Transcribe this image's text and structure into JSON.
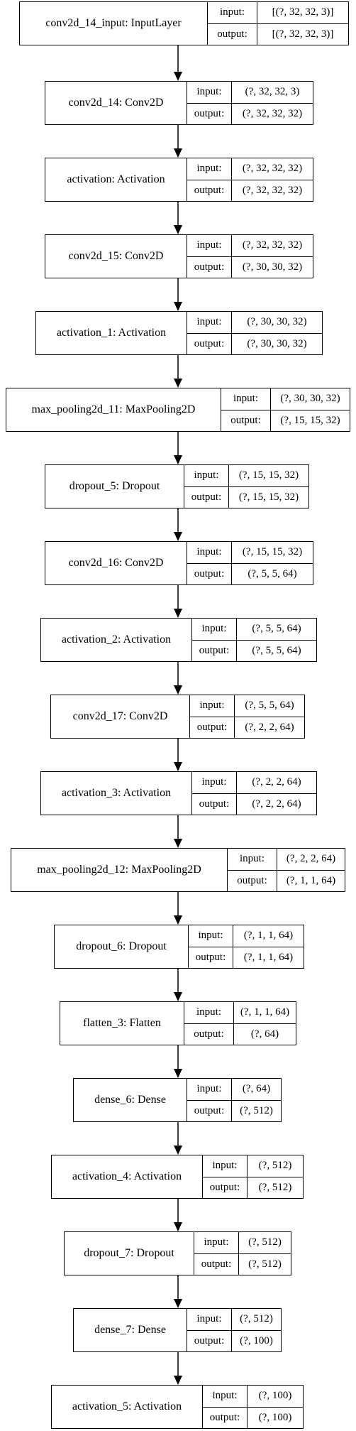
{
  "input_label": "input:",
  "output_label": "output:",
  "layers": [
    {
      "title": "conv2d_14_input: InputLayer",
      "input": "[(?, 32, 32, 3)]",
      "output": "[(?, 32, 32, 3)]"
    },
    {
      "title": "conv2d_14: Conv2D",
      "input": "(?, 32, 32, 3)",
      "output": "(?, 32, 32, 32)"
    },
    {
      "title": "activation: Activation",
      "input": "(?, 32, 32, 32)",
      "output": "(?, 32, 32, 32)"
    },
    {
      "title": "conv2d_15: Conv2D",
      "input": "(?, 32, 32, 32)",
      "output": "(?, 30, 30, 32)"
    },
    {
      "title": "activation_1: Activation",
      "input": "(?, 30, 30, 32)",
      "output": "(?, 30, 30, 32)"
    },
    {
      "title": "max_pooling2d_11: MaxPooling2D",
      "input": "(?, 30, 30, 32)",
      "output": "(?, 15, 15, 32)"
    },
    {
      "title": "dropout_5: Dropout",
      "input": "(?, 15, 15, 32)",
      "output": "(?, 15, 15, 32)"
    },
    {
      "title": "conv2d_16: Conv2D",
      "input": "(?, 15, 15, 32)",
      "output": "(?, 5, 5, 64)"
    },
    {
      "title": "activation_2: Activation",
      "input": "(?, 5, 5, 64)",
      "output": "(?, 5, 5, 64)"
    },
    {
      "title": "conv2d_17: Conv2D",
      "input": "(?, 5, 5, 64)",
      "output": "(?, 2, 2, 64)"
    },
    {
      "title": "activation_3: Activation",
      "input": "(?, 2, 2, 64)",
      "output": "(?, 2, 2, 64)"
    },
    {
      "title": "max_pooling2d_12: MaxPooling2D",
      "input": "(?, 2, 2, 64)",
      "output": "(?, 1, 1, 64)"
    },
    {
      "title": "dropout_6: Dropout",
      "input": "(?, 1, 1, 64)",
      "output": "(?, 1, 1, 64)"
    },
    {
      "title": "flatten_3: Flatten",
      "input": "(?, 1, 1, 64)",
      "output": "(?, 64)"
    },
    {
      "title": "dense_6: Dense",
      "input": "(?, 64)",
      "output": "(?, 512)"
    },
    {
      "title": "activation_4: Activation",
      "input": "(?, 512)",
      "output": "(?, 512)"
    },
    {
      "title": "dropout_7: Dropout",
      "input": "(?, 512)",
      "output": "(?, 512)"
    },
    {
      "title": "dense_7: Dense",
      "input": "(?, 512)",
      "output": "(?, 100)"
    },
    {
      "title": "activation_5: Activation",
      "input": "(?, 100)",
      "output": "(?, 100)"
    }
  ]
}
